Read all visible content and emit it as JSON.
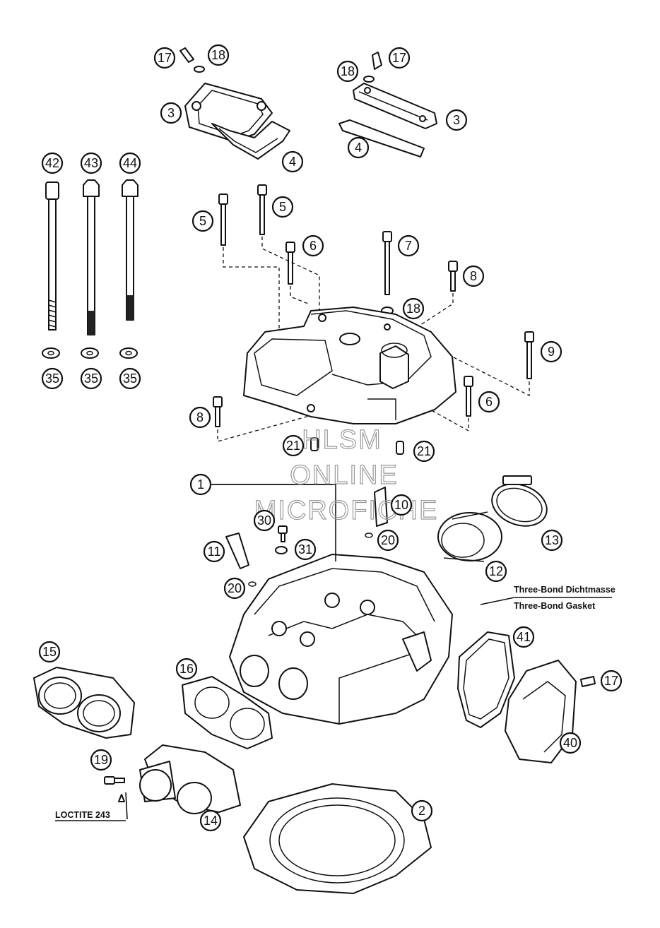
{
  "notes": {
    "gasket_sealant": "Three-Bond Dichtmasse",
    "gasket_sealant_en": "Three-Bond Gasket",
    "loctite": "LOCTITE 243"
  },
  "watermark": {
    "line1": "HLSM",
    "line2": "ONLINE",
    "line3": "MICROFICHE"
  },
  "callouts": [
    "1",
    "2",
    "3",
    "4",
    "5",
    "6",
    "7",
    "8",
    "9",
    "10",
    "11",
    "12",
    "13",
    "14",
    "15",
    "16",
    "17",
    "18",
    "19",
    "20",
    "21",
    "30",
    "31",
    "35",
    "40",
    "41",
    "42",
    "43",
    "44"
  ]
}
